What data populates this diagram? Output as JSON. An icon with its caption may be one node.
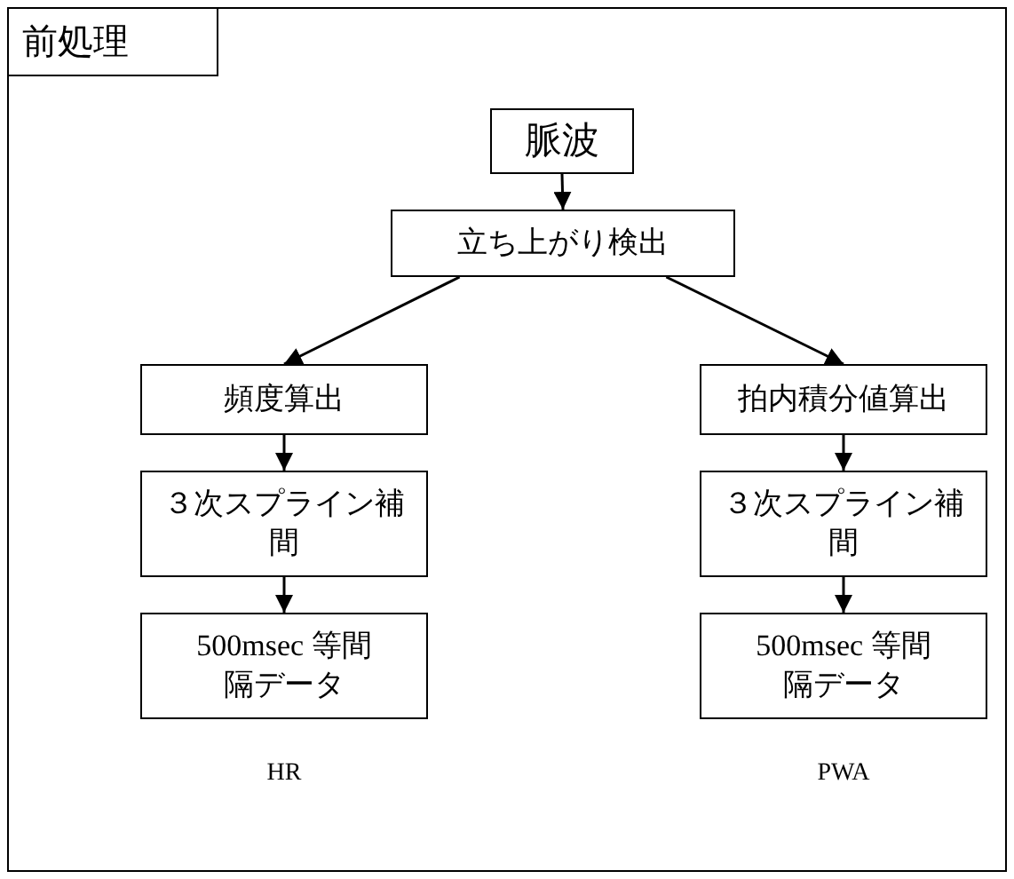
{
  "diagram": {
    "nodes": [
      {
        "text": [
          "前処理"
        ]
      },
      {
        "text": [
          "脈波"
        ],
        "in": 0
      },
      {
        "text": [
          "立ち上がり検出"
        ],
        "in": 0
      },
      {
        "text": [
          "頻度算出"
        ],
        "in": 0
      },
      {
        "text": [
          "拍内積分値算出"
        ],
        "in": 0
      },
      {
        "text": [
          "３次スプライン補間"
        ],
        "in": 0
      },
      {
        "text": [
          "３次スプライン補間"
        ],
        "in": 0
      },
      {
        "text": [
          "500msec 等間隔データ"
        ],
        "in": 0,
        "beside": [
          "HR"
        ]
      },
      {
        "text": [
          "500msec 等間隔データ"
        ],
        "in": 0,
        "beside": [
          "PWA"
        ]
      }
    ],
    "edges": [
      {
        "from": 1,
        "to": 2,
        "arrow": "to"
      },
      {
        "from": 2,
        "to": 3,
        "arrow": "to"
      },
      {
        "from": 2,
        "to": 4,
        "arrow": "to"
      },
      {
        "from": 3,
        "to": 5,
        "arrow": "to"
      },
      {
        "from": 5,
        "to": 7,
        "arrow": "to"
      },
      {
        "from": 4,
        "to": 6,
        "arrow": "to"
      },
      {
        "from": 6,
        "to": 8,
        "arrow": "to"
      }
    ]
  }
}
